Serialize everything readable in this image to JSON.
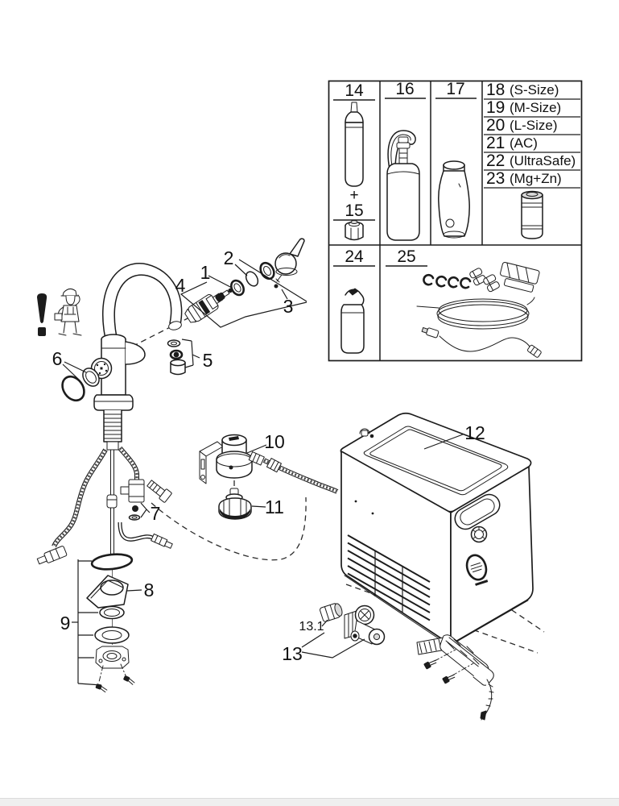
{
  "canvas": {
    "bg": "#ffffff",
    "ink": "#1c1c1c"
  },
  "callouts": {
    "c1": "1",
    "c2": "2",
    "c3": "3",
    "c4": "4",
    "c5": "5",
    "c6": "6",
    "c7": "7",
    "c8": "8",
    "c9": "9",
    "c10": "10",
    "c11": "11",
    "c12": "12",
    "c13": "13",
    "c13_1": "13.1"
  },
  "parts_table": {
    "cell14": {
      "num": "14"
    },
    "cell15": {
      "plus": "+",
      "num": "15"
    },
    "cell16": {
      "num": "16"
    },
    "cell17": {
      "num": "17"
    },
    "cell24": {
      "num": "24"
    },
    "cell25": {
      "num": "25"
    },
    "variants": [
      {
        "num": "18",
        "label": "(S-Size)"
      },
      {
        "num": "19",
        "label": "(M-Size)"
      },
      {
        "num": "20",
        "label": "(L-Size)"
      },
      {
        "num": "21",
        "label": "(AC)"
      },
      {
        "num": "22",
        "label": "(UltraSafe)"
      },
      {
        "num": "23",
        "label": "(Mg+Zn)"
      }
    ]
  }
}
